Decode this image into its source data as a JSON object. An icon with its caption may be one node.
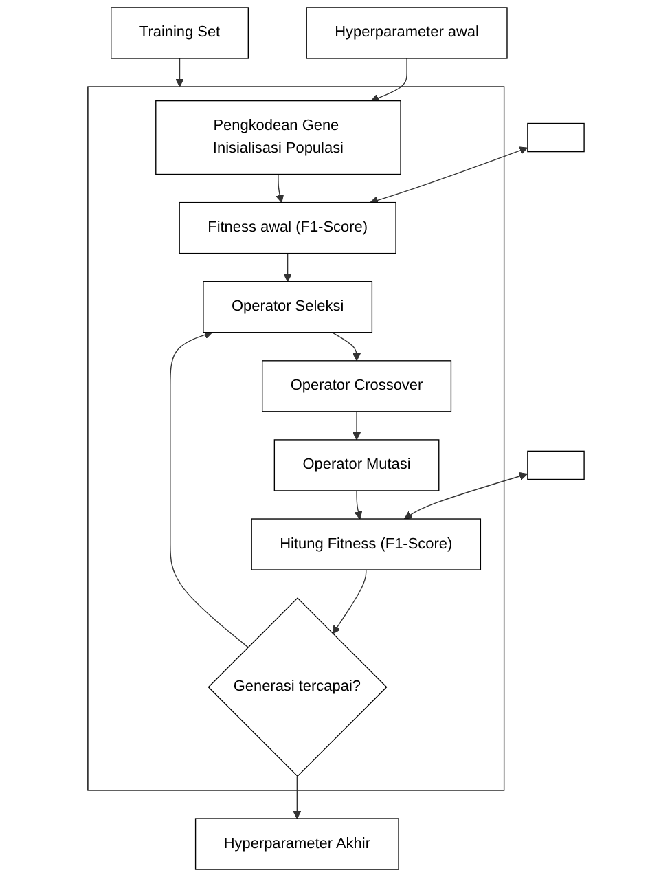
{
  "diagram": {
    "nodes": [
      {
        "text": [
          "Training Set"
        ]
      },
      {
        "text": [],
        "shape": "box"
      },
      {
        "text": [
          "Hyperparameter awal"
        ]
      },
      {
        "text": [
          "Pengkodean Gene Inisialisasi Populasi"
        ],
        "in": 1
      },
      {
        "text": [],
        "shape": "box"
      },
      {
        "text": [
          "Fitness awal (F1-Score)"
        ],
        "in": 1
      },
      {
        "text": [
          "Operator Seleksi"
        ],
        "in": 1
      },
      {
        "text": [
          "Operator Crossover"
        ],
        "in": 1
      },
      {
        "text": [
          "Operator Mutasi"
        ],
        "in": 1
      },
      {
        "text": [],
        "shape": "box"
      },
      {
        "text": [
          "Hitung Fitness (F1-Score)"
        ],
        "in": 1
      },
      {
        "text": [
          "Generasi tercapai?"
        ],
        "in": 1
      },
      {
        "text": [
          "Hyperparameter Akhir"
        ]
      }
    ],
    "edges": [
      {
        "from": 0,
        "to": 1,
        "arrow": "to"
      },
      {
        "from": 2,
        "to": 3,
        "arrow": "to"
      },
      {
        "from": 3,
        "to": 5,
        "arrow": "to"
      },
      {
        "from": 4,
        "to": 5,
        "arrow": "both"
      },
      {
        "from": 5,
        "to": 6,
        "arrow": "to"
      },
      {
        "from": 6,
        "to": 7,
        "arrow": "to"
      },
      {
        "from": 7,
        "to": 8,
        "arrow": "to"
      },
      {
        "from": 8,
        "to": 10,
        "arrow": "to"
      },
      {
        "from": 9,
        "to": 10,
        "arrow": "both"
      },
      {
        "from": 10,
        "to": 11,
        "arrow": "to"
      },
      {
        "from": 11,
        "to": 6,
        "arrow": "to"
      },
      {
        "from": 11,
        "to": 12,
        "arrow": "to"
      }
    ]
  }
}
